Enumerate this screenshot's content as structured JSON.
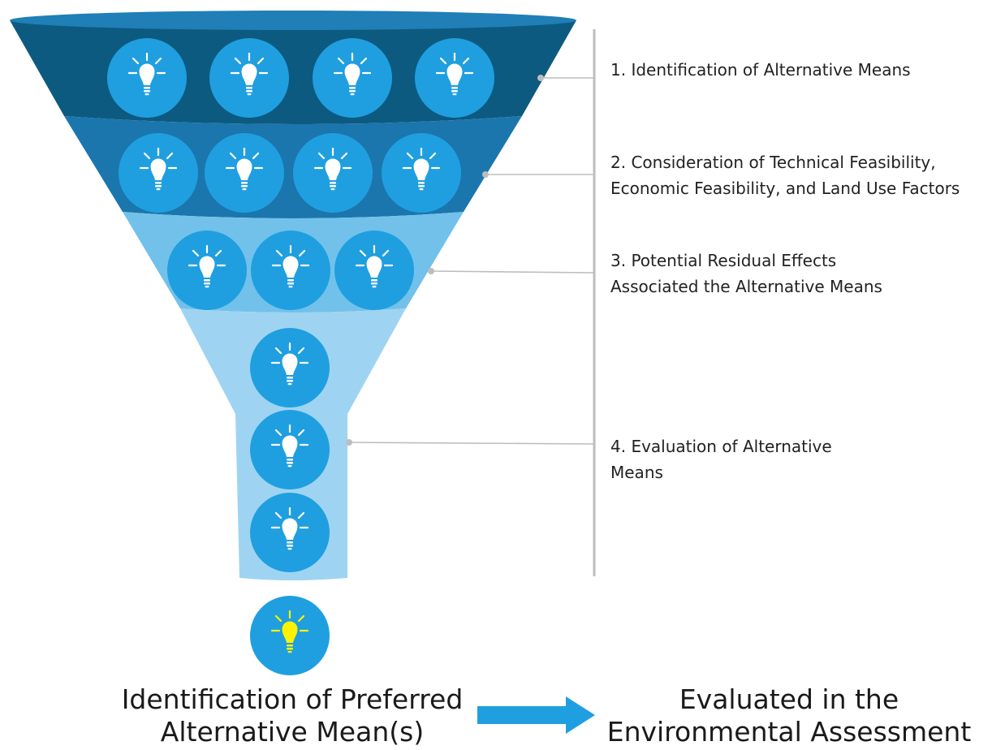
{
  "colors": {
    "funnel_rim": "#1f7fb6",
    "stage1": "#0d5a81",
    "stage2": "#1b76ad",
    "stage3": "#72c1ea",
    "stage4": "#9ed4f1",
    "circle": "#1f9fe0",
    "bulb": "#ffffff",
    "bulb_preferred": "#fff200",
    "connector": "#bdbdbd",
    "arrow": "#1f9fe0"
  },
  "stages": [
    {
      "label": "1. Identification of Alternative Means",
      "ideas": 4
    },
    {
      "label": "2. Consideration of Technical Feasibility,\nEconomic Feasibility, and Land Use Factors",
      "ideas": 4
    },
    {
      "label": "3. Potential Residual Effects\nAssociated the Alternative Means",
      "ideas": 3
    },
    {
      "label": "4. Evaluation of Alternative\nMeans",
      "ideas": 3
    }
  ],
  "result": {
    "preferred_label": "Identification of Preferred\nAlternative Mean(s)",
    "outcome_label": "Evaluated in the\nEnvironmental Assessment"
  },
  "icons": [
    "lightbulb-icon",
    "arrow-right-icon"
  ]
}
